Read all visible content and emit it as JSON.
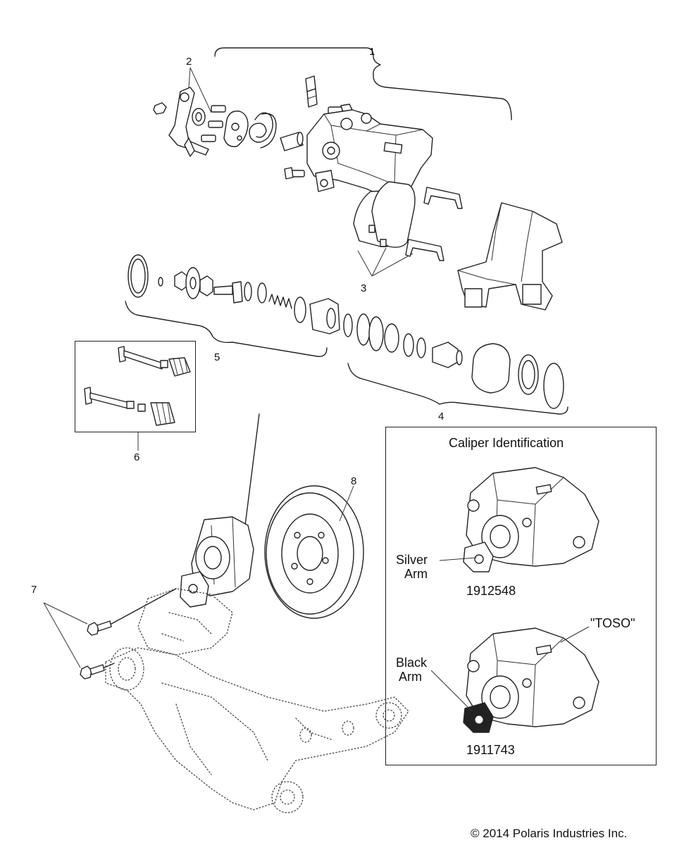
{
  "callouts": {
    "c1": "1",
    "c2": "2",
    "c3": "3",
    "c4": "4",
    "c5": "5",
    "c6": "6",
    "c7": "7",
    "c8": "8"
  },
  "caliper_identification": {
    "title": "Caliper Identification",
    "silver_arm_label_line1": "Silver",
    "silver_arm_label_line2": "Arm",
    "silver_part_number": "1912548",
    "black_arm_label_line1": "Black",
    "black_arm_label_line2": "Arm",
    "black_part_number": "1911743",
    "toso_label": "\"TOSO\""
  },
  "copyright": "© 2014 Polaris Industries Inc."
}
